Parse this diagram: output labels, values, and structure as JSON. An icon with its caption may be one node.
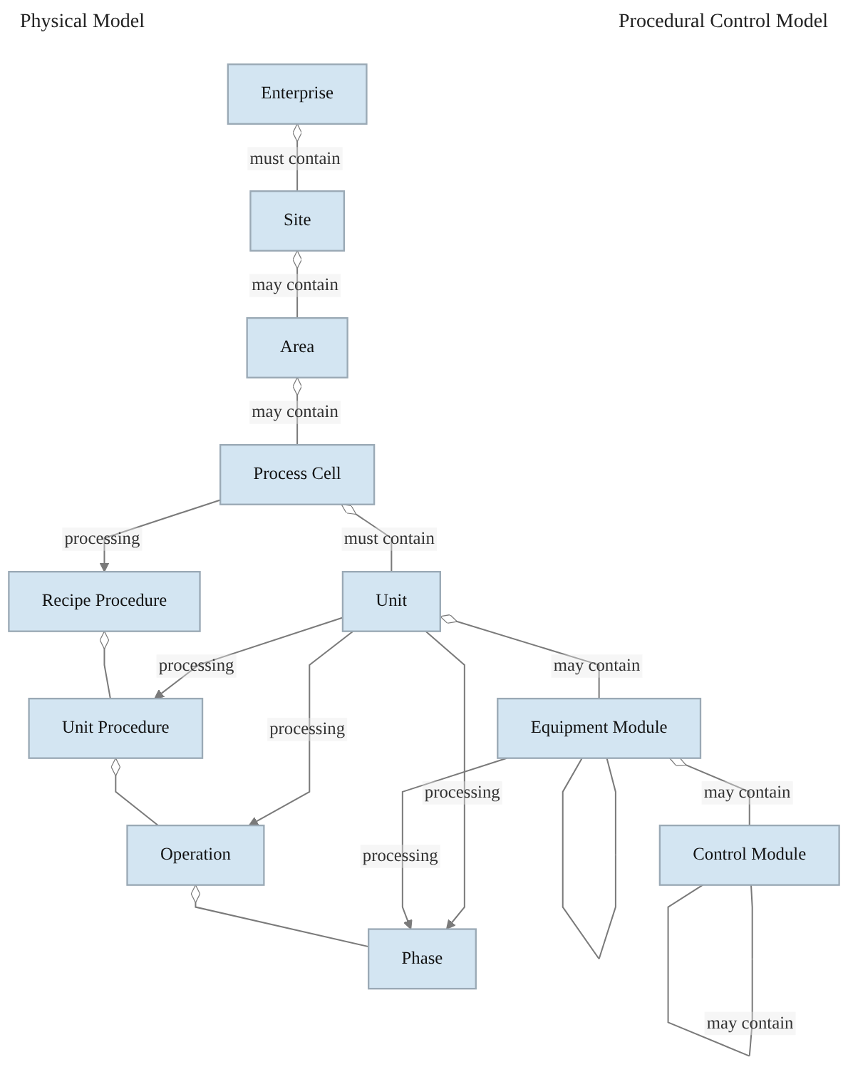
{
  "diagram": {
    "nodes": [
      {
        "text": [
          "Enterprise"
        ]
      },
      {
        "text": [
          "Site"
        ]
      },
      {
        "text": [
          "Area"
        ]
      },
      {
        "text": [
          "Process Cell"
        ]
      },
      {
        "text": [
          "Unit"
        ]
      },
      {
        "text": [
          "Equipment Module"
        ]
      },
      {
        "text": [
          "Control Module"
        ]
      },
      {
        "text": [
          "Recipe Procedure"
        ]
      },
      {
        "text": [
          "Unit Procedure"
        ]
      },
      {
        "text": [
          "Operation"
        ]
      },
      {
        "text": [
          "Phase"
        ]
      }
    ],
    "edges": [
      {
        "from": 0,
        "to": 1,
        "arrow": "other",
        "label": "must contain"
      },
      {
        "from": 1,
        "to": 2,
        "arrow": "other",
        "label": "may contain"
      },
      {
        "from": 2,
        "to": 3,
        "arrow": "other",
        "label": "may contain"
      },
      {
        "from": 3,
        "to": 4,
        "arrow": "other",
        "label": "must contain"
      },
      {
        "from": 4,
        "to": 5,
        "arrow": "other",
        "label": "may contain"
      },
      {
        "from": 5,
        "to": 6,
        "arrow": "other",
        "label": "may contain"
      },
      {
        "from": 5,
        "to": 5,
        "arrow": "none"
      },
      {
        "from": 6,
        "to": 6,
        "arrow": "none",
        "label": "may contain"
      },
      {
        "from": 3,
        "to": 7,
        "arrow": "to",
        "label": "processing"
      },
      {
        "from": 4,
        "to": 8,
        "arrow": "to",
        "label": "processing"
      },
      {
        "from": 4,
        "to": 9,
        "arrow": "to",
        "label": "processing"
      },
      {
        "from": 4,
        "to": 10,
        "arrow": "to",
        "label": "processing"
      },
      {
        "from": 5,
        "to": 10,
        "arrow": "to",
        "label": "processing"
      },
      {
        "from": 7,
        "to": 8,
        "arrow": "other"
      },
      {
        "from": 8,
        "to": 9,
        "arrow": "other"
      },
      {
        "from": 9,
        "to": 10,
        "arrow": "other"
      }
    ],
    "labels": [
      "Physical Model",
      "Procedural Control Model"
    ]
  }
}
